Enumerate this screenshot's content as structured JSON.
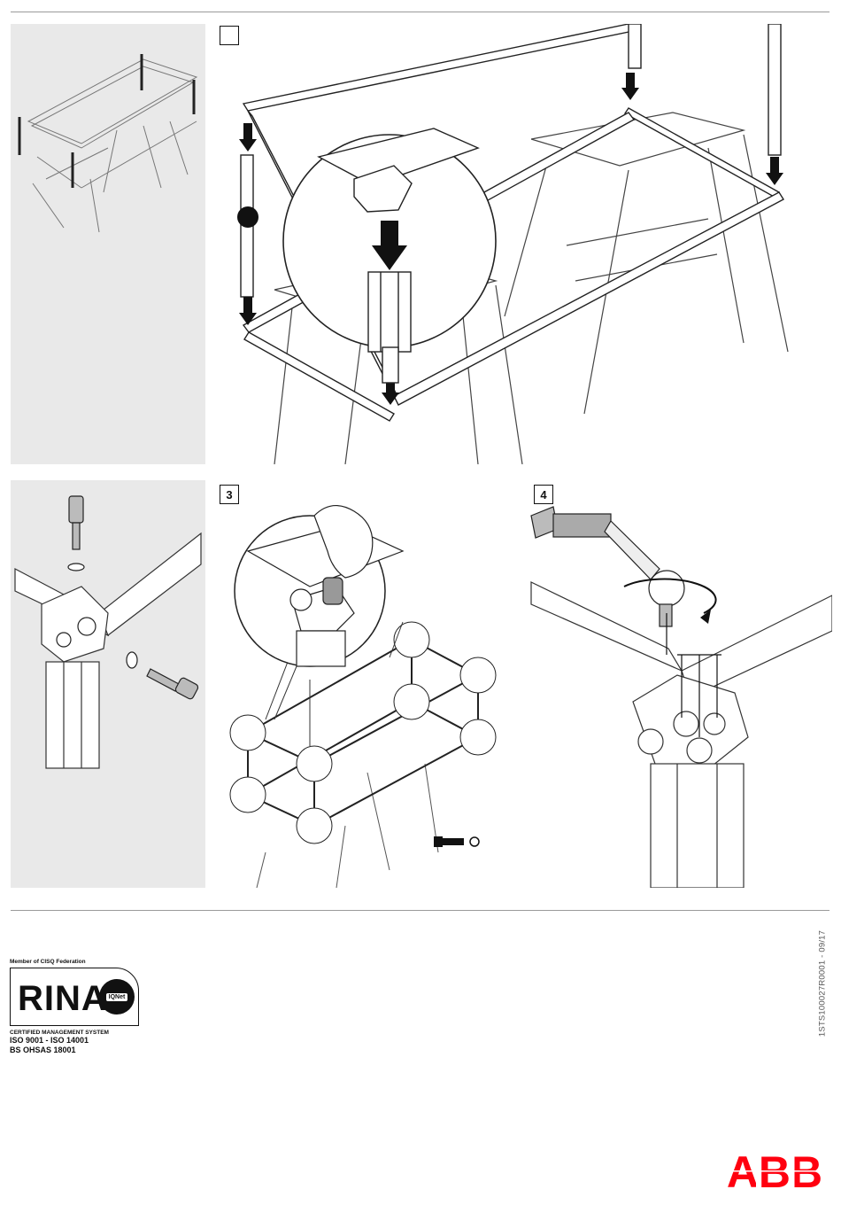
{
  "steps": {
    "step_3": "3",
    "step_4": "4"
  },
  "footer": {
    "doc_code": "1STS100027R0001 - 09/17",
    "rina_member": "Member of CISQ Federation",
    "rina_word": "RINA",
    "iqnet": "IQNet",
    "rina_system": "CERTIFIED MANAGEMENT SYSTEM",
    "iso_line_1": "ISO 9001 - ISO 14001",
    "iso_line_2": "BS OHSAS 18001"
  },
  "brand": {
    "logo": "ABB",
    "logo_color": "#ff000f"
  },
  "colors": {
    "panel_gray": "#e9e9e9",
    "line": "#333333",
    "rule": "#9a9a9a"
  }
}
